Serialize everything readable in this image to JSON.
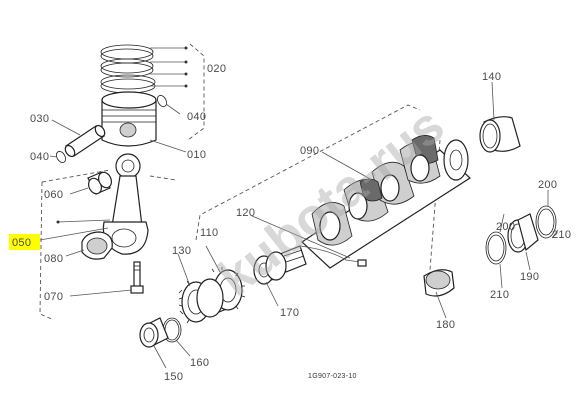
{
  "labels": {
    "p020": "020",
    "p030": "030",
    "p040a": "040",
    "p040b": "040",
    "p010": "010",
    "p060": "060",
    "p050": "050",
    "p080": "080",
    "p070": "070",
    "p090": "090",
    "p120": "120",
    "p130": "130",
    "p110": "110",
    "p170": "170",
    "p160": "160",
    "p150": "150",
    "p140": "140",
    "p200a": "200",
    "p200b": "200",
    "p210a": "210",
    "p210b": "210",
    "p190": "190",
    "p180": "180"
  },
  "figure_code": "1G907-023-10",
  "watermark": "kubota-rus",
  "highlight_color": "#ffff00"
}
